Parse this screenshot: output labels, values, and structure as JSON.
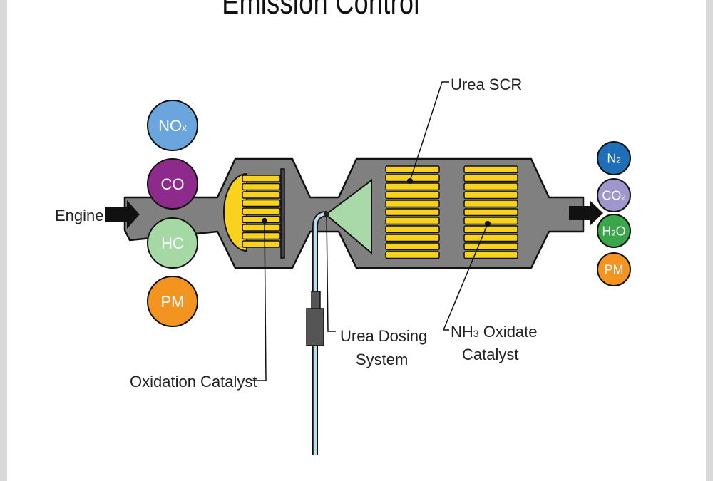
{
  "title": "Emission Control",
  "labels": {
    "engine": "Engine",
    "urea_scr": "Urea SCR",
    "urea_dosing_line1": "Urea Dosing",
    "urea_dosing_line2": "System",
    "nh3_line1_main": "NH",
    "nh3_line1_sub": "3",
    "nh3_line1_rest": " Oxidate",
    "nh3_line2": "Catalyst",
    "oxidation_catalyst": "Oxidation Catalyst"
  },
  "inputs": [
    {
      "main": "NO",
      "sub": "x",
      "color": "#6aa6dd"
    },
    {
      "main": "CO",
      "sub": "",
      "color": "#8e2a8c"
    },
    {
      "main": "HC",
      "sub": "",
      "color": "#a6d8a6"
    },
    {
      "main": "PM",
      "sub": "",
      "color": "#f39421"
    }
  ],
  "outputs": [
    {
      "main": "N",
      "sub": "2",
      "after": "",
      "color": "#1e6fb8"
    },
    {
      "main": "CO",
      "sub": "2",
      "after": "",
      "color": "#9e96cc"
    },
    {
      "main": "H",
      "sub": "2",
      "after": "O",
      "color": "#3aa64a"
    },
    {
      "main": "PM",
      "sub": "",
      "after": "",
      "color": "#f39421"
    }
  ],
  "colors": {
    "pipe": "#808080",
    "catalyst": "#f8d21c",
    "dosing_cone": "#a9d9a9",
    "hose": "#bcdcef",
    "injector": "#555555"
  }
}
